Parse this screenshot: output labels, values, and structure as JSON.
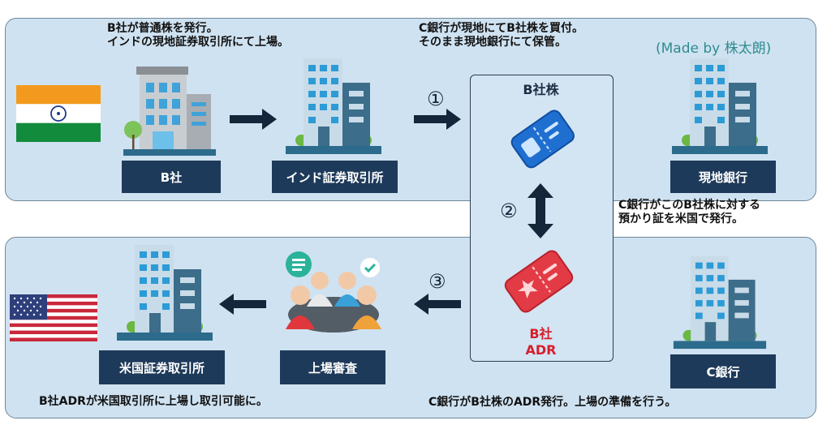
{
  "notes": {
    "top_left_1": "B社が普通株を発行。",
    "top_left_2": "インドの現地証券取引所にて上場。",
    "top_mid_1": "C銀行が現地にてB社株を買付。",
    "top_mid_2": "そのまま現地銀行にて保管。",
    "credit": "(Made by 株太朗)",
    "right_mid_1": "C銀行がこのB社株に対する",
    "right_mid_2": "預かり証を米国で発行。",
    "bottom_left": "B社ADRが米国取引所に上場し取引可能に。",
    "bottom_right": "C銀行がB社株のADR発行。上場の準備を行う。"
  },
  "labels": {
    "b_company": "B社",
    "india_exchange": "インド証券取引所",
    "local_bank": "現地銀行",
    "us_exchange": "米国証券取引所",
    "listing_review": "上場審査",
    "c_bank": "C銀行"
  },
  "center": {
    "stock_title": "B社株",
    "adr_line1": "B社",
    "adr_line2": "ADR"
  },
  "steps": {
    "s1": "①",
    "s2": "②",
    "s3": "③"
  },
  "colors": {
    "panel": "#cfe2f1",
    "label_bg": "#1e3a5a",
    "arrow": "#1e3a5a",
    "ticket_blue": "#1f6fd1",
    "ticket_red": "#e23b45",
    "credit": "#2f8c8e"
  },
  "icons": {
    "india_flag": "india-flag-icon",
    "us_flag": "us-flag-icon",
    "buildings": "building-icon",
    "meeting": "meeting-people-icon",
    "ticket": "ticket-icon"
  }
}
